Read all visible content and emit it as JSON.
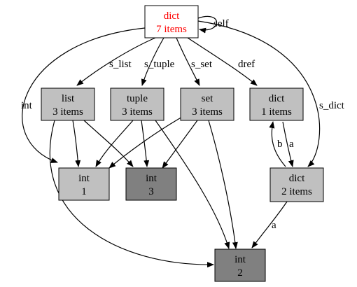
{
  "colors": {
    "root_fill": "#ffffff",
    "root_text": "#ff0000",
    "container_fill": "#c0c0c0",
    "leaf_light_fill": "#c0c0c0",
    "leaf_dark_fill": "#808080",
    "stroke": "#000000",
    "text": "#000000"
  },
  "nodes": {
    "root": {
      "line1": "dict",
      "line2": "7 items"
    },
    "list": {
      "line1": "list",
      "line2": "3 items"
    },
    "tuple": {
      "line1": "tuple",
      "line2": "3 items"
    },
    "set": {
      "line1": "set",
      "line2": "3 items"
    },
    "dict1": {
      "line1": "dict",
      "line2": "1 items"
    },
    "int1": {
      "line1": "int",
      "line2": "1"
    },
    "int3": {
      "line1": "int",
      "line2": "3"
    },
    "dict2": {
      "line1": "dict",
      "line2": "2 items"
    },
    "int2": {
      "line1": "int",
      "line2": "2"
    }
  },
  "edge_labels": {
    "self": "self",
    "s_list": "s_list",
    "s_tuple": "s_tuple",
    "s_set": "s_set",
    "dref": "dref",
    "int": "int",
    "s_dict": "s_dict",
    "b": "b",
    "a_dict1_dict2": "a",
    "a_dict2_int2": "a"
  }
}
